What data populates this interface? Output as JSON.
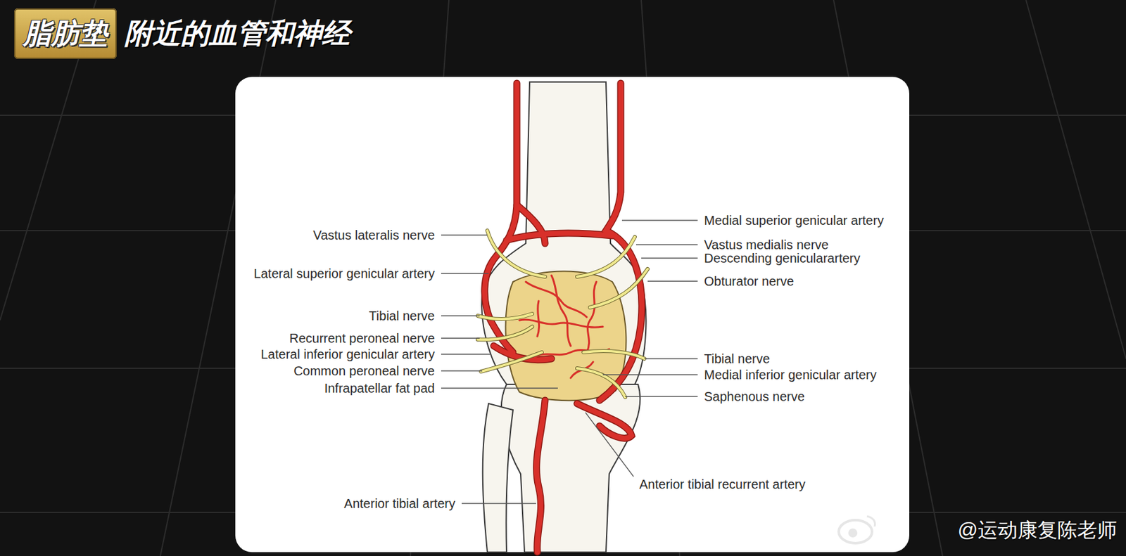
{
  "diagram": {
    "title": "附近的血管和神经",
    "nodes": [
      {
        "text": [
          "脂肪垫"
        ]
      }
    ],
    "labels": [
      "Medial superior genicular artery",
      "Vastus lateralis nerve",
      "Vastus medialis nerve",
      "Descending genicularartery",
      "Lateral superior genicular artery",
      "Obturator nerve",
      "Tibial nerve",
      "Recurrent peroneal nerve",
      "Lateral inferior genicular artery",
      "Tibial nerve",
      "Common peroneal nerve",
      "Medial inferior genicular artery",
      "Infrapatellar fat pad",
      "Saphenous nerve",
      "Anterior tibial recurrent artery",
      "Anterior tibial artery",
      "@运动康复陈老师"
    ]
  }
}
